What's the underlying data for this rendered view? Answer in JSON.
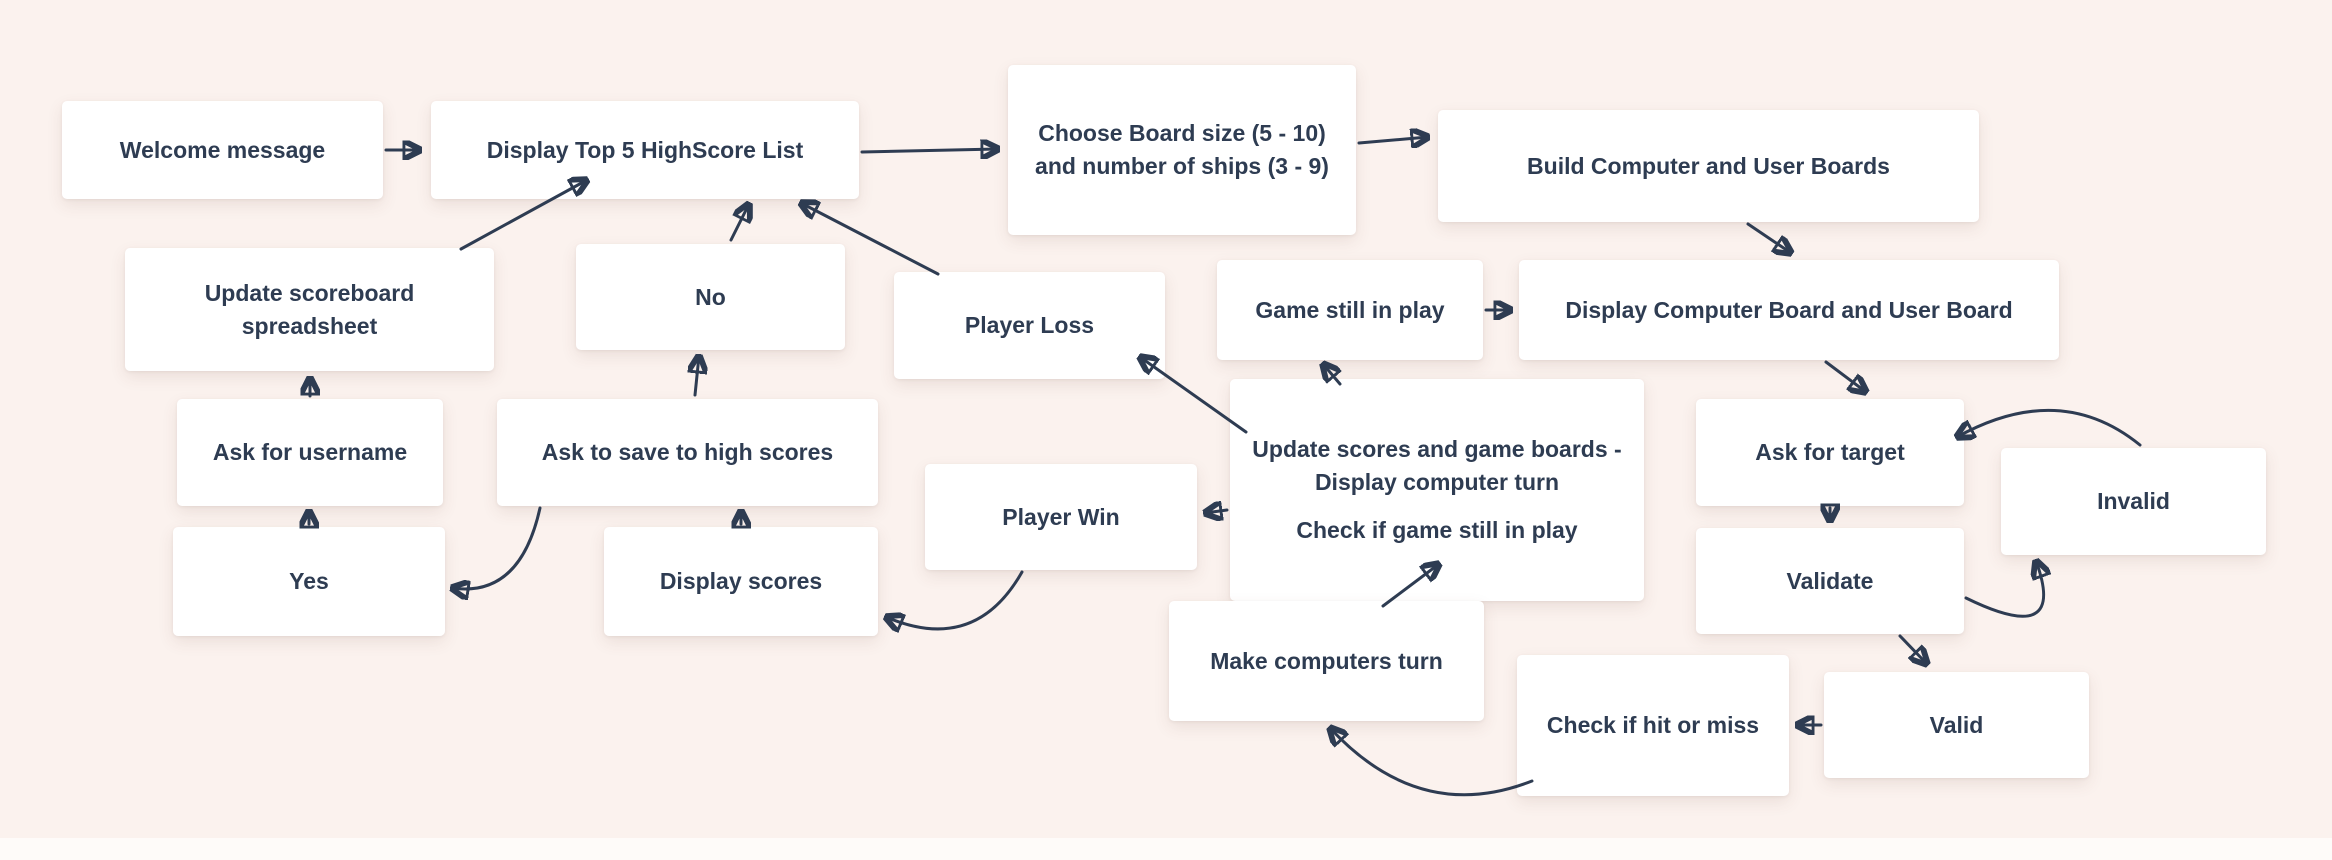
{
  "canvas": {
    "background_color": "#fbf2ee",
    "node_fill_color": "#ffffff",
    "text_color": "#2e3c52",
    "arrow_color": "#2e3c52"
  },
  "nodes": {
    "welcome": {
      "label": "Welcome message"
    },
    "top5": {
      "label": "Display Top 5 HighScore List"
    },
    "choose_board": {
      "label": "Choose Board size (5 - 10) and number of ships (3 - 9)"
    },
    "build_boards": {
      "label": "Build Computer and User Boards"
    },
    "update_scoreboard": {
      "label": "Update scoreboard spreadsheet"
    },
    "no": {
      "label": "No"
    },
    "player_loss": {
      "label": "Player Loss"
    },
    "game_still_in_play": {
      "label": "Game still in play"
    },
    "display_boards": {
      "label": "Display Computer Board and User Board"
    },
    "ask_username": {
      "label": "Ask for username"
    },
    "ask_save": {
      "label": "Ask to save to high scores"
    },
    "update_scores": {
      "line1": "Update scores and game boards - Display computer turn",
      "line2": "Check if game still in play"
    },
    "ask_target": {
      "label": "Ask for target"
    },
    "invalid": {
      "label": "Invalid"
    },
    "player_win": {
      "label": "Player Win"
    },
    "yes": {
      "label": "Yes"
    },
    "display_scores": {
      "label": "Display scores"
    },
    "validate": {
      "label": "Validate"
    },
    "make_computers_turn": {
      "label": "Make computers turn"
    },
    "check_hit": {
      "label": "Check if hit or miss"
    },
    "valid": {
      "label": "Valid"
    }
  },
  "edges": [
    {
      "from": "welcome",
      "to": "top5"
    },
    {
      "from": "top5",
      "to": "choose_board"
    },
    {
      "from": "choose_board",
      "to": "build_boards"
    },
    {
      "from": "build_boards",
      "to": "display_boards"
    },
    {
      "from": "game_still_in_play",
      "to": "display_boards"
    },
    {
      "from": "display_boards",
      "to": "ask_target"
    },
    {
      "from": "ask_target",
      "to": "validate"
    },
    {
      "from": "validate",
      "to": "valid"
    },
    {
      "from": "validate",
      "to": "invalid"
    },
    {
      "from": "invalid",
      "to": "ask_target"
    },
    {
      "from": "valid",
      "to": "check_hit"
    },
    {
      "from": "check_hit",
      "to": "make_computers_turn"
    },
    {
      "from": "make_computers_turn",
      "to": "update_scores"
    },
    {
      "from": "update_scores",
      "to": "game_still_in_play"
    },
    {
      "from": "update_scores",
      "to": "player_loss"
    },
    {
      "from": "update_scores",
      "to": "player_win"
    },
    {
      "from": "player_loss",
      "to": "top5"
    },
    {
      "from": "player_win",
      "to": "display_scores"
    },
    {
      "from": "display_scores",
      "to": "ask_save"
    },
    {
      "from": "ask_save",
      "to": "no"
    },
    {
      "from": "ask_save",
      "to": "yes"
    },
    {
      "from": "no",
      "to": "top5"
    },
    {
      "from": "yes",
      "to": "ask_username"
    },
    {
      "from": "ask_username",
      "to": "update_scoreboard"
    },
    {
      "from": "update_scoreboard",
      "to": "top5"
    }
  ]
}
